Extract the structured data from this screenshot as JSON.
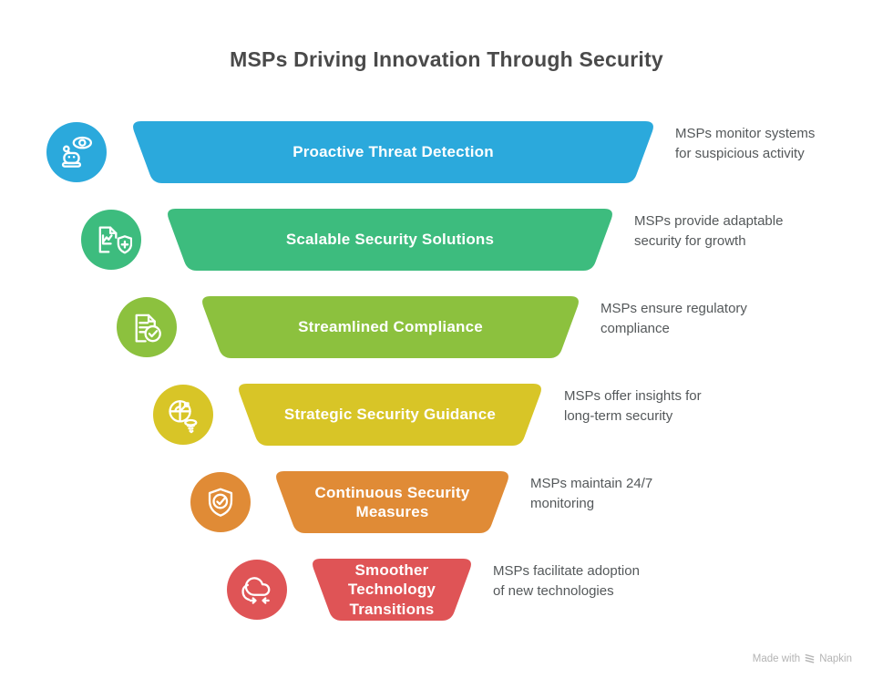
{
  "title": "MSPs Driving Innovation Through Security",
  "rows": [
    {
      "label": "Proactive Threat Detection",
      "description": "MSPs monitor systems\nfor suspicious activity",
      "color": "#2BA9DC",
      "icon": "robot-eye-icon"
    },
    {
      "label": "Scalable Security Solutions",
      "description": "MSPs provide adaptable\nsecurity for growth",
      "color": "#3DBC7E",
      "icon": "growth-chart-shield-icon"
    },
    {
      "label": "Streamlined Compliance",
      "description": "MSPs ensure regulatory\ncompliance",
      "color": "#8CC13E",
      "icon": "document-check-icon"
    },
    {
      "label": "Strategic Security Guidance",
      "description": "MSPs offer insights for\nlong-term security",
      "color": "#D8C527",
      "icon": "radar-insight-icon"
    },
    {
      "label": "Continuous Security Measures",
      "description": "MSPs maintain 24/7\nmonitoring",
      "color": "#E08B36",
      "icon": "shield-check-icon"
    },
    {
      "label": "Smoother Technology Transitions",
      "description": "MSPs facilitate adoption\nof new technologies",
      "color": "#DF5456",
      "icon": "cloud-sync-icon"
    }
  ],
  "footer": {
    "made_with": "Made with",
    "brand": "Napkin"
  }
}
